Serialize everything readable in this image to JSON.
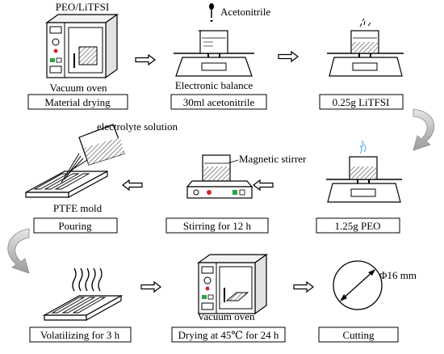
{
  "row1": {
    "drying": {
      "top_label": "PEO/LiTFSI",
      "device_label": "Vacuum oven",
      "step": "Material drying"
    },
    "solvent": {
      "top_label": "Acetonitrile",
      "device_label": "Electronic balance",
      "step": "30ml  acetonitrile"
    },
    "salt": {
      "step": "0.25g LiTFSI"
    }
  },
  "row2": {
    "pouring": {
      "top_label": "electrolyte solution",
      "device_label": "PTFE mold",
      "step": "Pouring"
    },
    "stirring": {
      "device_label": "Magnetic stirrer",
      "step": "Stirring for 12 h"
    },
    "polymer": {
      "step": "1.25g PEO"
    }
  },
  "row3": {
    "volatilizing": {
      "step": "Volatilizing for 3 h"
    },
    "vacuum_drying": {
      "device_label": "Vacuum oven",
      "step": "Drying at 45℃ for 24 h"
    },
    "cutting": {
      "dimension_label": "Φ16 mm",
      "step": "Cutting"
    }
  },
  "colors": {
    "ink": "#000000",
    "liquid": "#b8b8b8",
    "green_light": "#2ea043",
    "red_light": "#d62728",
    "curved_arrow": "#9a9a9a"
  }
}
